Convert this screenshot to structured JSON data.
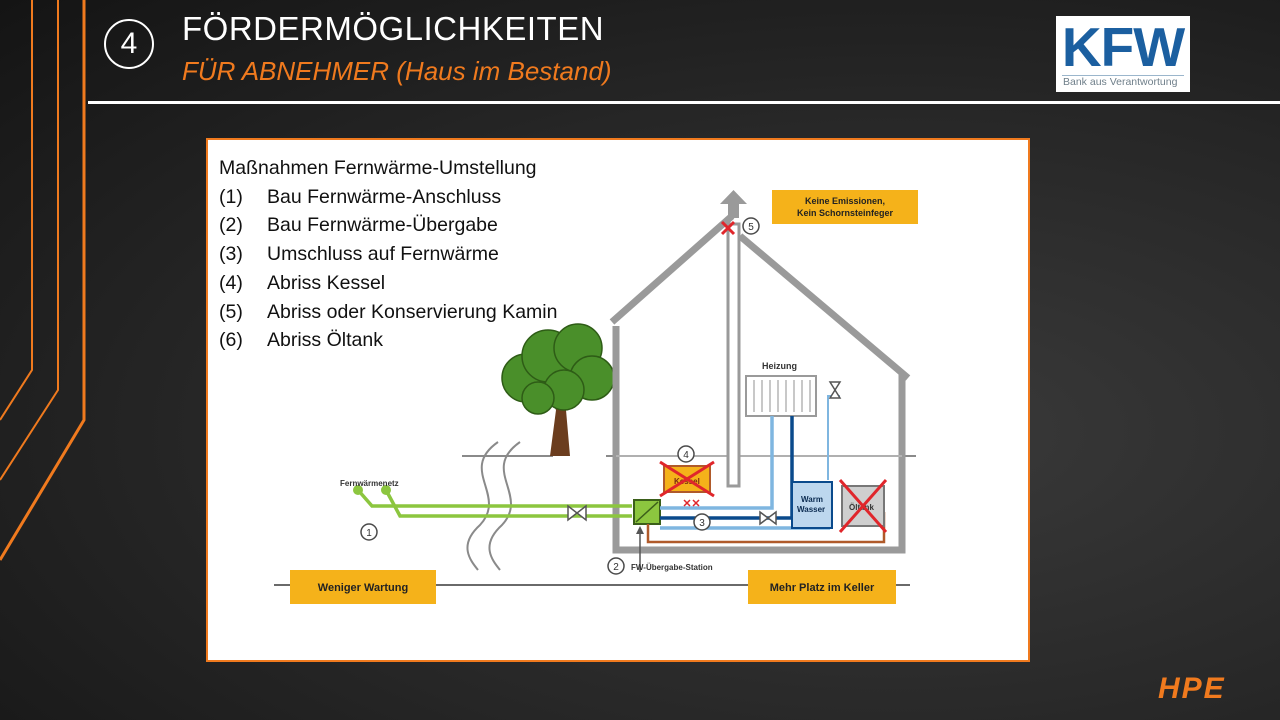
{
  "header": {
    "step_number": "4",
    "title": "FÖRDERMÖGLICHKEITEN",
    "subtitle": "FÜR ABNEHMER (Haus im Bestand)"
  },
  "kfw_logo": {
    "mark": "KFW",
    "tagline": "Bank aus Verantwortung",
    "color": "#1b5fa0"
  },
  "measures": {
    "heading": "Maßnahmen Fernwärme-Umstellung",
    "items": [
      {
        "num": "(1)",
        "text": "Bau Fernwärme-Anschluss"
      },
      {
        "num": "(2)",
        "text": "Bau Fernwärme-Übergabe"
      },
      {
        "num": "(3)",
        "text": "Umschluss auf Fernwärme"
      },
      {
        "num": "(4)",
        "text": "Abriss Kessel"
      },
      {
        "num": "(5)",
        "text": "Abriss oder Konservierung Kamin"
      },
      {
        "num": "(6)",
        "text": "Abriss Öltank"
      }
    ]
  },
  "diagram": {
    "net_label": "Fernwärmenetz",
    "station_label": "FW-Übergabe-Station",
    "heating_label": "Heizung",
    "boiler_label": "Kessel",
    "water_label_1": "Warm",
    "water_label_2": "Wasser",
    "tank_label": "Öltank",
    "markers": [
      "1",
      "2",
      "3",
      "4",
      "5"
    ],
    "benefits": {
      "emissions_line1": "Keine Emissionen,",
      "emissions_line2": "Kein Schornsteinfeger",
      "maintenance": "Weniger Wartung",
      "space": "Mehr Platz im Keller"
    },
    "colors": {
      "house": "#9a9a9a",
      "district_heat": "#8cc63f",
      "heating_supply": "#0a4a8c",
      "heating_return": "#7fb6e0",
      "boiler": "#b05a2a",
      "removed": "#e0262b",
      "label_box": "#f5b21a"
    }
  },
  "brand": {
    "hpe": "HPE",
    "accent": "#f07a1e"
  }
}
